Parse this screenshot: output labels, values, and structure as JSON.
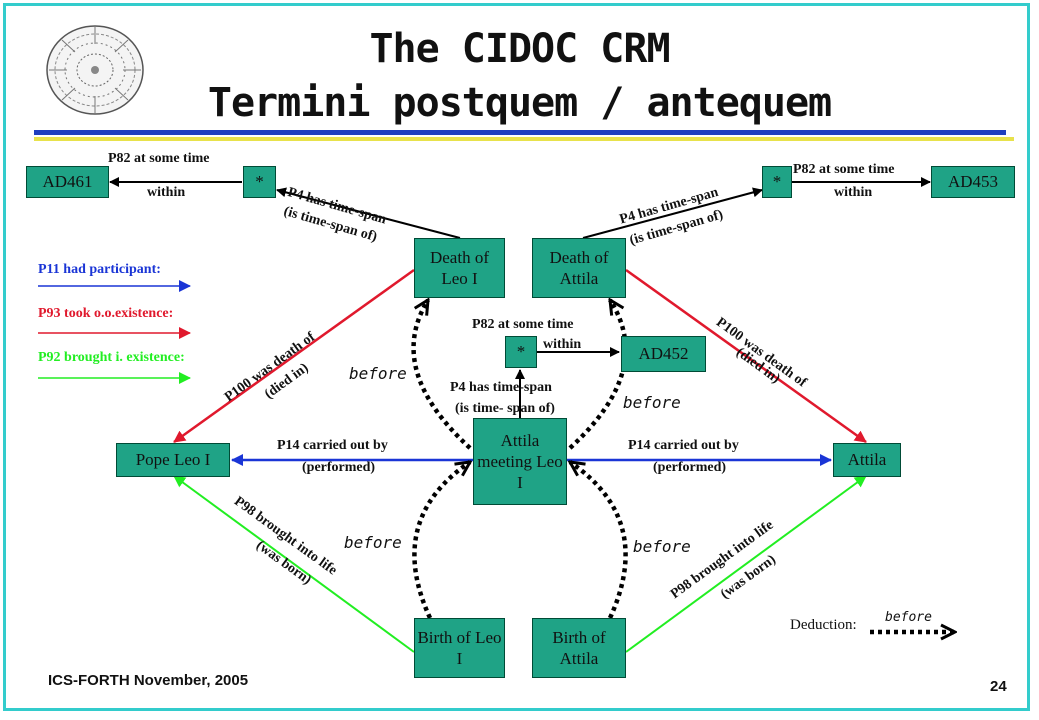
{
  "title": {
    "line1": "The CIDOC CRM",
    "line2": "Termini postquem / antequem"
  },
  "nodes": {
    "ad461": "AD461",
    "star_left": "*",
    "star_right": "*",
    "star_mid": "*",
    "ad453": "AD453",
    "ad452": "AD452",
    "death_leo": "Death of Leo I",
    "death_attila": "Death of Attila",
    "pope_leo": "Pope Leo I",
    "attila": "Attila",
    "meeting": "Attila meeting Leo I",
    "birth_leo": "Birth of Leo I",
    "birth_attila": "Birth of Attila"
  },
  "labels": {
    "p82_left_top": "P82 at some time",
    "p82_left_bottom": "within",
    "p82_right_top": "P82 at some time",
    "p82_right_bottom": "within",
    "p82_mid_top": "P82 at some time",
    "p82_mid_bottom": "within",
    "p4_left_1": "P4 has time-span",
    "p4_left_2": "(is time-span of)",
    "p4_right_1": "P4 has time-span",
    "p4_right_2": "(is time-span of)",
    "p4_mid_1": "P4 has time-span",
    "p4_mid_2": "(is time- span of)",
    "p100_left_1": "P100 was death of",
    "p100_left_2": "(died in)",
    "p100_right_1": "P100 was death of",
    "p100_right_2": "(died in)",
    "p14_left_1": "P14 carried out by",
    "p14_left_2": "(performed)",
    "p14_right_1": "P14 carried out by",
    "p14_right_2": "(performed)",
    "p98_left_1": "P98 brought into life",
    "p98_left_2": "(was born)",
    "p98_right_1": "P98 brought into life",
    "p98_right_2": "(was born)",
    "before": "before",
    "deduction": "Deduction:"
  },
  "legend": [
    {
      "label": "P11 had participant:",
      "color": "#1a35d6"
    },
    {
      "label": "P93 took o.o.existence:",
      "color": "#e0192d"
    },
    {
      "label": "P92 brought i. existence:",
      "color": "#22ee22"
    }
  ],
  "footer": {
    "left": "ICS-FORTH November, 2005",
    "page": "24"
  },
  "colors": {
    "box": "#1fa386",
    "blue": "#1a35d6",
    "red": "#e0192d",
    "green": "#22ee22",
    "frame": "#33cccc"
  }
}
